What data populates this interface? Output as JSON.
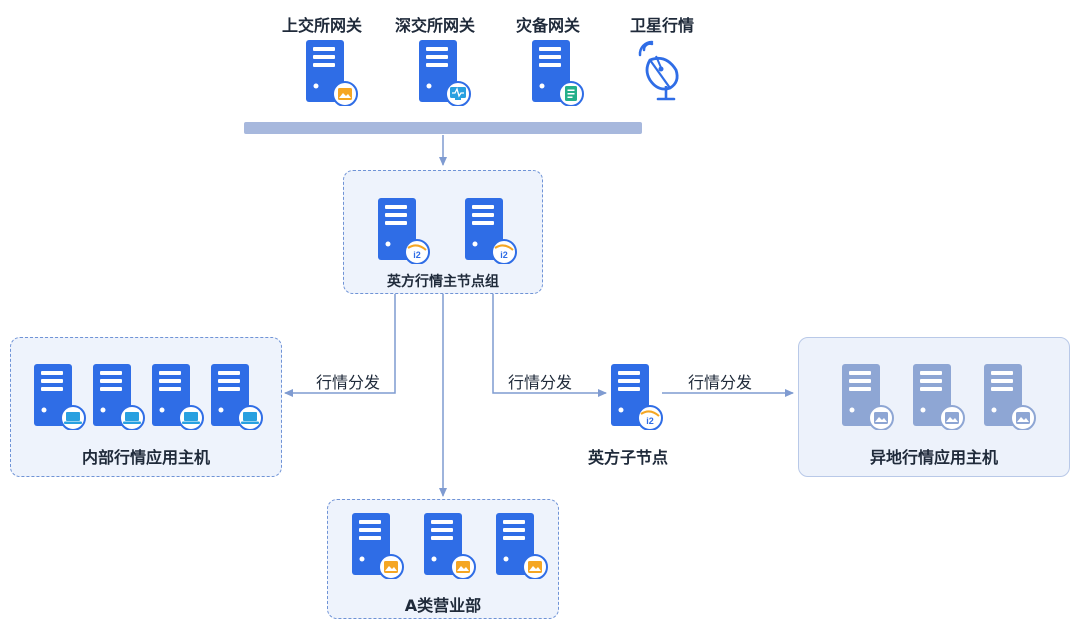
{
  "top": {
    "gateways": [
      "上交所网关",
      "深交所网关",
      "灾备网关"
    ],
    "satellite": "卫星行情"
  },
  "master_group": {
    "label": "英方行情主节点组"
  },
  "edges": {
    "left": "行情分发",
    "middle_right": "行情分发",
    "far_right": "行情分发"
  },
  "internal_group": {
    "label": "内部行情应用主机"
  },
  "sub_node": {
    "label": "英方子节点"
  },
  "remote_group": {
    "label": "异地行情应用主机"
  },
  "branch_group": {
    "label": "A类营业部"
  },
  "colors": {
    "server": "#2f6de6",
    "server_light": "#8ea6d4",
    "badge_orange": "#f5a623",
    "badge_blue": "#28a0e0",
    "badge_green": "#24b08a",
    "line": "#7f9bd1"
  },
  "icons": {
    "gateway_badges": [
      "image-icon",
      "monitor-icon",
      "document-icon"
    ],
    "satellite": "satellite-dish-icon",
    "i2_badge": "i2-logo-icon",
    "laptop_badge": "laptop-icon",
    "picture_badge": "image-icon"
  }
}
